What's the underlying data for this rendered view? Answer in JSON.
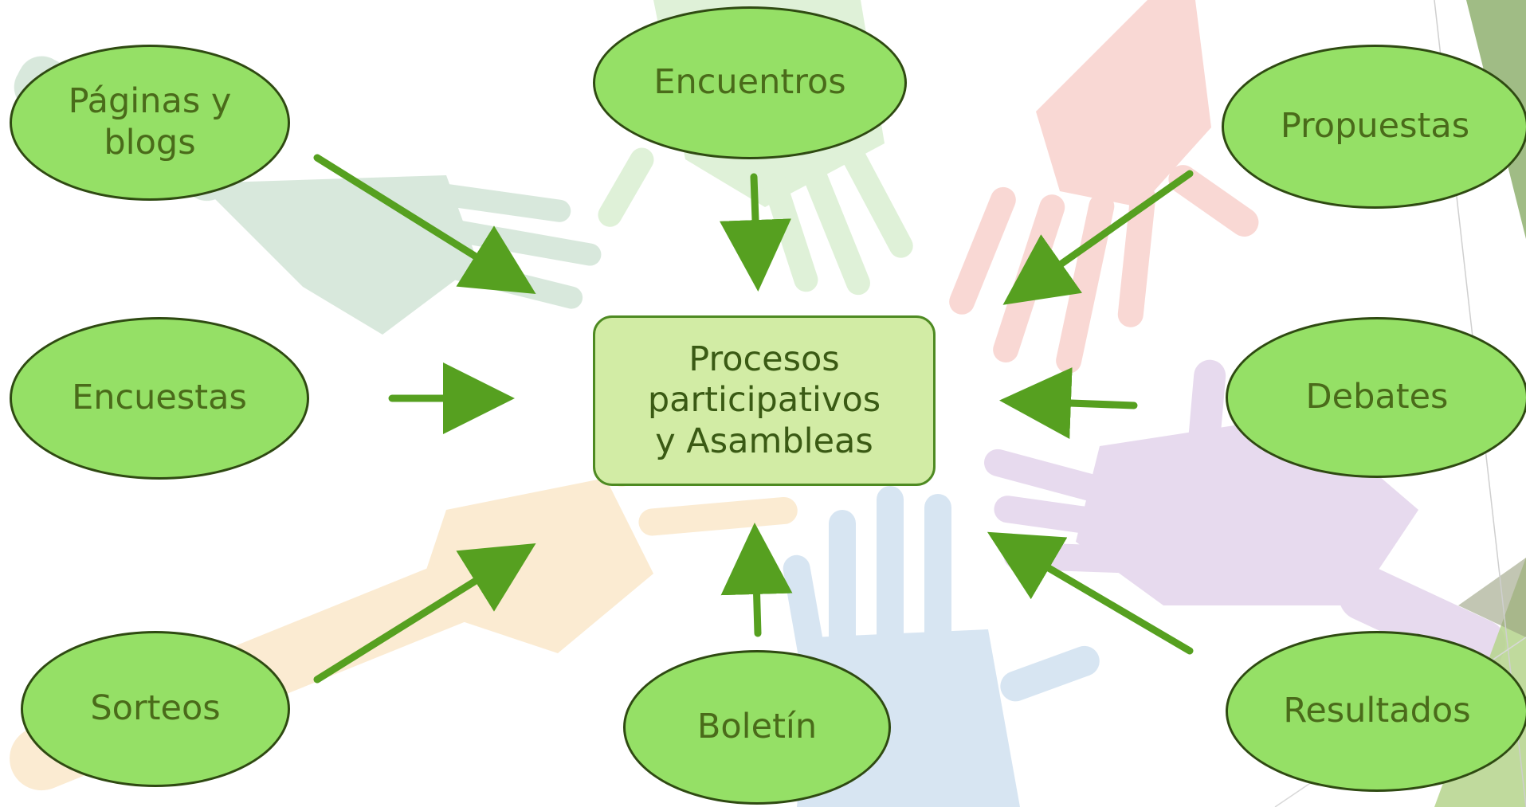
{
  "diagram": {
    "center": {
      "label": "Procesos\nparticipativos\ny Asambleas"
    },
    "nodes": {
      "paginas": {
        "label": "Páginas y\nblogs"
      },
      "encuentros": {
        "label": "Encuentros"
      },
      "propuestas": {
        "label": "Propuestas"
      },
      "encuestas": {
        "label": "Encuestas"
      },
      "debates": {
        "label": "Debates"
      },
      "sorteos": {
        "label": "Sorteos"
      },
      "boletin": {
        "label": "Boletín"
      },
      "resultados": {
        "label": "Resultados"
      }
    },
    "edges": [
      {
        "from": "paginas",
        "to": "center"
      },
      {
        "from": "encuentros",
        "to": "center"
      },
      {
        "from": "propuestas",
        "to": "center"
      },
      {
        "from": "encuestas",
        "to": "center"
      },
      {
        "from": "debates",
        "to": "center"
      },
      {
        "from": "sorteos",
        "to": "center"
      },
      {
        "from": "boletin",
        "to": "center"
      },
      {
        "from": "resultados",
        "to": "center"
      }
    ]
  },
  "colors": {
    "node_fill": "#95e066",
    "node_border": "#2f4a12",
    "center_fill": "#d2eca5",
    "arrow": "#56a020",
    "text": "#4a6b1a"
  }
}
